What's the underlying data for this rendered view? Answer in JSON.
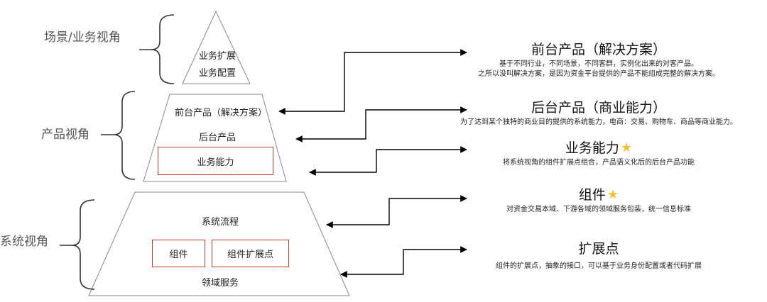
{
  "views": {
    "scene": "场景/业务视角",
    "product": "产品视角",
    "system": "系统视角"
  },
  "pyramid": {
    "top": {
      "line1": "业务扩展",
      "line2": "业务配置"
    },
    "middle": {
      "front": "前台产品（解决方案）",
      "back": "后台产品",
      "capability": "业务能力"
    },
    "bottom": {
      "flow": "系统流程",
      "component": "组件",
      "extension": "组件扩展点",
      "domain": "领域服务"
    }
  },
  "notes": {
    "front": {
      "title": "前台产品（解决方案）",
      "desc1": "基于不同行业，不同场景，不同客群，实例化出来的对客产品。",
      "desc2": "之所以没叫解决方案，是因为资金平台提供的产品不能组成完整的解决方案。"
    },
    "back": {
      "title": "后台产品（商业能力）",
      "desc": "为了达到某个独特的商业目的提供的系统能力，电商：交易、购物车、商品等商业能力。"
    },
    "capability": {
      "title": "业务能力",
      "star": "star-icon",
      "desc": "将系统视角的组件扩展点组合，产品语义化后的后台产品功能"
    },
    "component": {
      "title": "组件",
      "star": "star-icon",
      "desc": "对资金交易本域、下游各域的领域服务包装，统一信息标准"
    },
    "extension": {
      "title": "扩展点",
      "desc": "组件的扩展点，抽象的接口，可以基于业务身份配置或者代码扩展"
    }
  },
  "colors": {
    "box_border": "#c0392b",
    "star": "#f2c12e",
    "line": "#000000"
  }
}
